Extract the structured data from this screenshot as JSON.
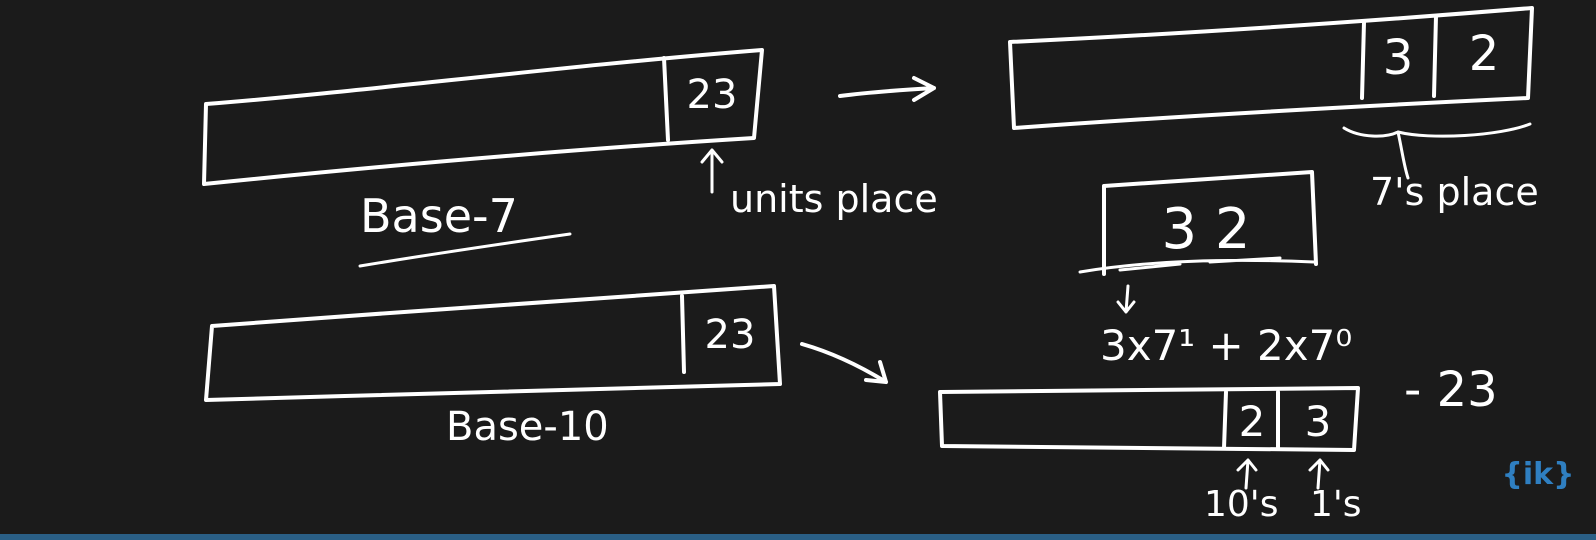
{
  "colors": {
    "background": "#1b1b1b",
    "ink": "#ffffff",
    "brand": "#2f7fc1",
    "bottom_bar": "#2a5f86"
  },
  "top_left": {
    "cell_value": "23",
    "base_label": "Base-7",
    "annotation": "units place"
  },
  "top_right": {
    "digit_1": "3",
    "digit_2": "2",
    "annotation": "7's place"
  },
  "middle": {
    "boxed_number": "3 2",
    "expansion": "3x7¹ + 2x7⁰"
  },
  "bottom_left": {
    "cell_value": "23",
    "base_label": "Base-10"
  },
  "bottom_right": {
    "digit_1": "2",
    "digit_2": "3",
    "result": "- 23",
    "label_tens": "10's",
    "label_ones": "1's"
  },
  "logo": {
    "text": "{ik}",
    "icon": "ik-logo"
  }
}
